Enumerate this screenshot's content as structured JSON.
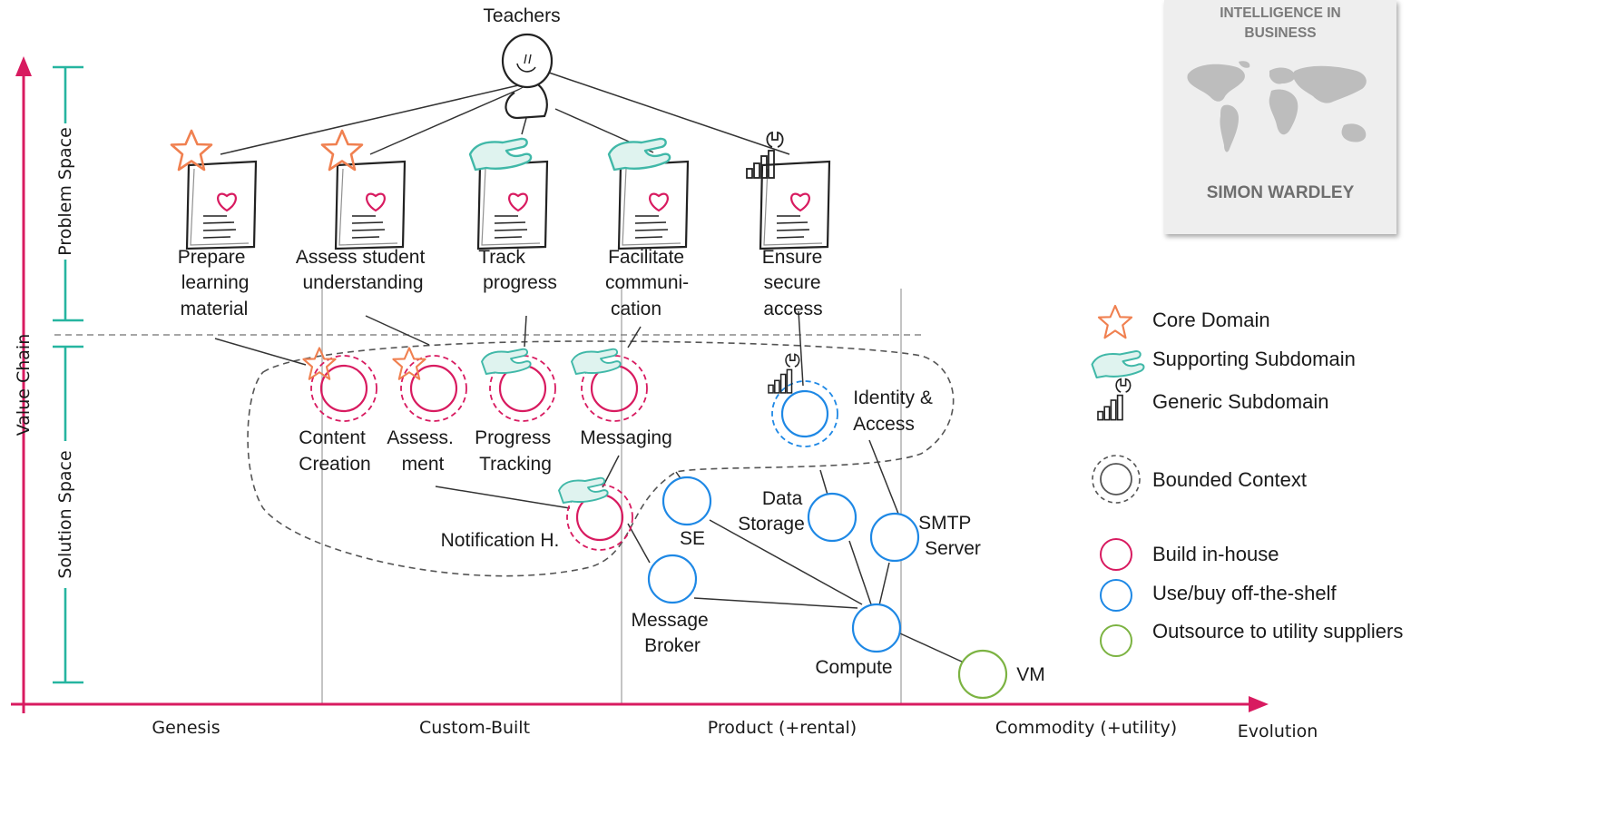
{
  "book": {
    "title_line1": "INTELLIGENCE IN",
    "title_line2": "BUSINESS",
    "author": "SIMON WARDLEY"
  },
  "axes": {
    "y_label": "Value Chain",
    "x_label": "Evolution",
    "problem_space": "Problem Space",
    "solution_space": "Solution Space",
    "stages": [
      "Genesis",
      "Custom-Built",
      "Product (+rental)",
      "Commodity (+utility)"
    ]
  },
  "user": {
    "label": "Teachers"
  },
  "needs": [
    {
      "lines": [
        "Prepare",
        "learning",
        "material"
      ],
      "type": "core"
    },
    {
      "lines": [
        "Assess student",
        "understanding"
      ],
      "type": "core"
    },
    {
      "lines": [
        "Track",
        "progress"
      ],
      "type": "supporting"
    },
    {
      "lines": [
        "Facilitate",
        "communi-",
        "cation"
      ],
      "type": "supporting"
    },
    {
      "lines": [
        "Ensure",
        "secure",
        "access"
      ],
      "type": "generic"
    }
  ],
  "contexts": [
    {
      "lines": [
        "Content",
        "Creation"
      ],
      "type": "core",
      "sourcing": "build"
    },
    {
      "lines": [
        "Assess.",
        "ment"
      ],
      "type": "core",
      "sourcing": "build"
    },
    {
      "lines": [
        "Progress",
        "Tracking"
      ],
      "type": "supporting",
      "sourcing": "build"
    },
    {
      "lines": [
        "Messaging"
      ],
      "type": "supporting",
      "sourcing": "build"
    },
    {
      "lines": [
        "Notification H."
      ],
      "type": "supporting",
      "sourcing": "build"
    },
    {
      "lines": [
        "Identity &",
        "Access"
      ],
      "type": "generic",
      "sourcing": "buy"
    }
  ],
  "components": [
    {
      "lines": [
        "SE"
      ],
      "sourcing": "buy"
    },
    {
      "lines": [
        "Data",
        "Storage"
      ],
      "sourcing": "buy"
    },
    {
      "lines": [
        "SMTP",
        "Server"
      ],
      "sourcing": "buy"
    },
    {
      "lines": [
        "Message",
        "Broker"
      ],
      "sourcing": "buy"
    },
    {
      "lines": [
        "Compute"
      ],
      "sourcing": "buy"
    },
    {
      "lines": [
        "VM"
      ],
      "sourcing": "outsource"
    }
  ],
  "legend": {
    "core": "Core Domain",
    "supporting": "Supporting Subdomain",
    "generic": "Generic Subdomain",
    "bounded": "Bounded Context",
    "build": "Build in-house",
    "buy": "Use/buy off-the-shelf",
    "outsource": "Outsource to utility suppliers"
  },
  "colors": {
    "axis": "#d81b60",
    "bracket": "#26b5a0",
    "build": "#d81b60",
    "buy": "#1e88e5",
    "outsource": "#7cb342",
    "core_star": "#f08050",
    "supporting_hand": "#40b8a8",
    "doc_heart": "#d81b60"
  }
}
